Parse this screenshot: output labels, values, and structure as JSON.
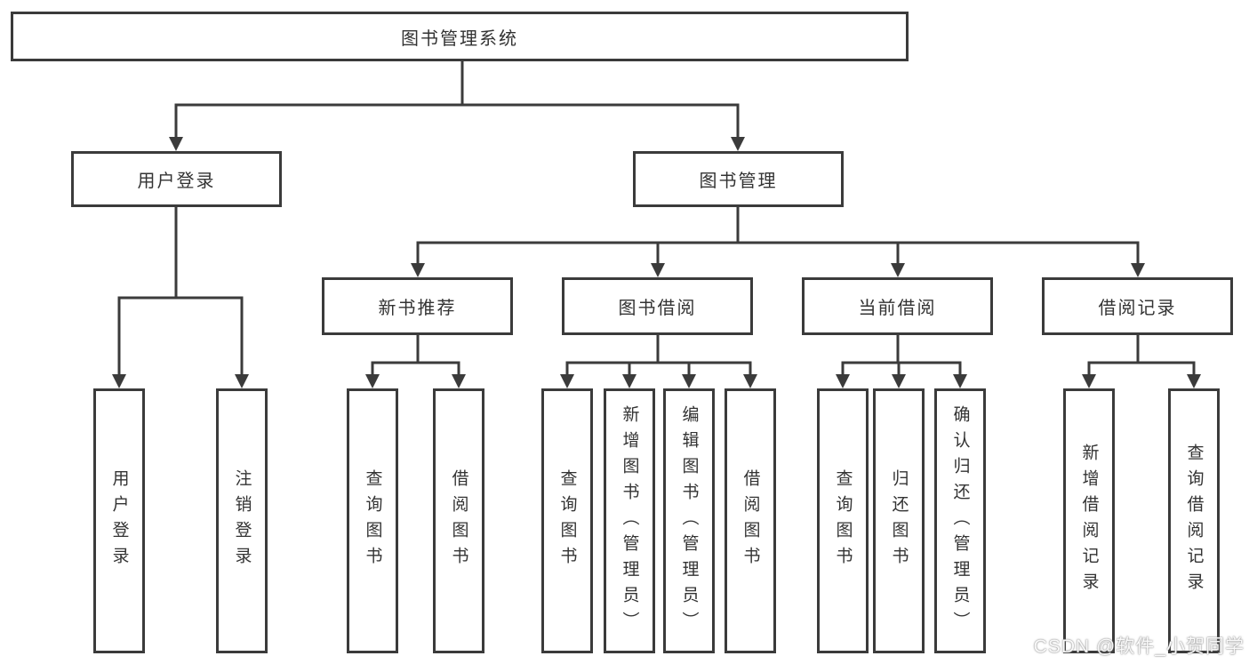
{
  "colors": {
    "line": "#3b3b3b",
    "box_border": "#3b3b3b",
    "text": "#333333",
    "background": "#ffffff"
  },
  "watermark": {
    "text": "CSDN @软件_小贺同学"
  },
  "tree": {
    "label": "图书管理系统",
    "children": [
      {
        "label": "用户登录",
        "children": [
          {
            "label": "用户登录"
          },
          {
            "label": "注销登录"
          }
        ]
      },
      {
        "label": "图书管理",
        "children": [
          {
            "label": "新书推荐",
            "children": [
              {
                "label": "查询图书"
              },
              {
                "label": "借阅图书"
              }
            ]
          },
          {
            "label": "图书借阅",
            "children": [
              {
                "label": "查询图书"
              },
              {
                "label": "新增图书（管理员）"
              },
              {
                "label": "编辑图书（管理员）"
              },
              {
                "label": "借阅图书"
              }
            ]
          },
          {
            "label": "当前借阅",
            "children": [
              {
                "label": "查询图书"
              },
              {
                "label": "归还图书"
              },
              {
                "label": "确认归还（管理员）"
              }
            ]
          },
          {
            "label": "借阅记录",
            "children": [
              {
                "label": "新增借阅记录"
              },
              {
                "label": "查询借阅记录"
              }
            ]
          }
        ]
      }
    ]
  }
}
